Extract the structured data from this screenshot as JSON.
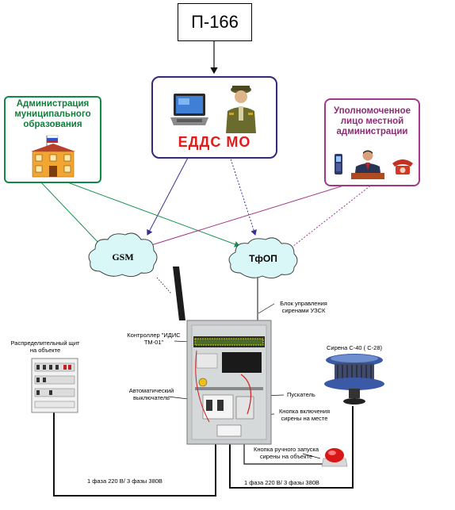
{
  "top_box": {
    "label": "П-166"
  },
  "edds": {
    "title": "ЕДДС МО"
  },
  "admin": {
    "title": "Администрация муниципального образования"
  },
  "authorized": {
    "title": "Уполномоченное лицо местной администрации"
  },
  "networks": {
    "gsm": "GSM",
    "tfop": "ТфОП"
  },
  "labels": {
    "control_block": "Блок управления сиренами УЗСК",
    "controller": "Контроллер \"ИДИС ТМ-01\"",
    "breaker": "Автоматический выключатель",
    "starter": "Пускатель",
    "local_button": "Кнопка включения сирены на месте",
    "manual_button": "Кнопка ручного запуска сирены на объекте",
    "panel": "Распределительный щит на объекте",
    "siren": "Сирена С-40 ( С-28)",
    "power_left": "1 фаза 220 В/ 3 фазы  380В",
    "power_right": "1 фаза 220 В/ 3 фазы  380В"
  },
  "colors": {
    "edds_border": "#39287a",
    "edds_title": "#e21b1b",
    "admin_green": "#0e8a47",
    "auth_purple": "#a3388a",
    "cloud_fill": "#d8f7f6"
  },
  "icons": [
    "laptop-icon",
    "officer-icon",
    "building-icon",
    "mobile-phone-icon",
    "businessman-icon",
    "telephone-icon",
    "siren-icon",
    "red-button-icon"
  ]
}
